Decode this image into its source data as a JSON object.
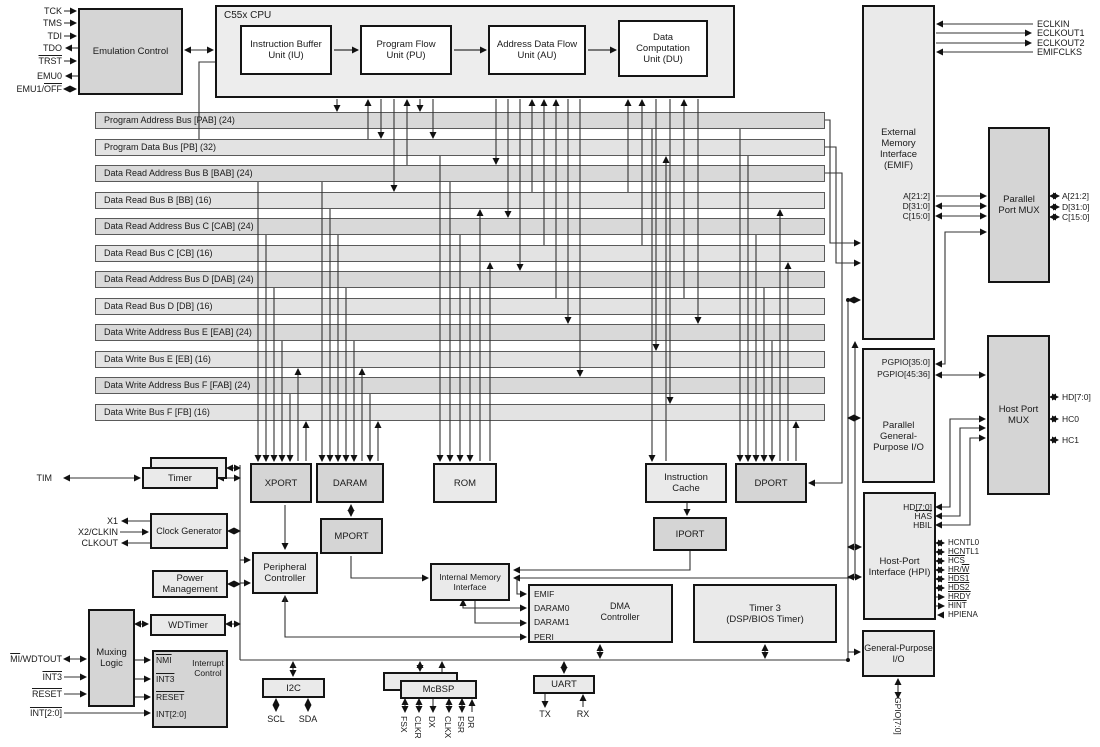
{
  "jtag": {
    "tck": "TCK",
    "tms": "TMS",
    "tdi": "TDI",
    "tdo": "TDO",
    "trst": "TRST",
    "emu0": "EMU0",
    "emu1_pre": "EMU1/",
    "emu1_over": "OFF"
  },
  "emulation": {
    "label": "Emulation Control"
  },
  "cpu": {
    "label": "C55x CPU",
    "iu1": "Instruction Buffer",
    "iu2": "Unit (IU)",
    "pu1": "Program Flow",
    "pu2": "Unit (PU)",
    "au1": "Address Data Flow",
    "au2": "Unit (AU)",
    "du1": "Data",
    "du2": "Computation",
    "du3": "Unit (DU)"
  },
  "buses": [
    "Program Address Bus  [PAB]  (24)",
    "Program Data Bus [PB] (32)",
    "Data Read Address Bus B [BAB] (24)",
    "Data Read Bus B [BB] (16)",
    "Data Read Address Bus C [CAB] (24)",
    "Data Read Bus C [CB] (16)",
    "Data Read Address Bus D [DAB] (24)",
    "Data Read Bus D [DB] (16)",
    "Data Write Address Bus E [EAB] (24)",
    "Data Write Bus E [EB] (16)",
    "Data Write Address Bus F [FAB] (24)",
    "Data Write Bus F [FB] (16)"
  ],
  "clocks": {
    "eclkin": "ECLKIN",
    "eclkout1": "ECLKOUT1",
    "eclkout2": "ECLKOUT2",
    "emifclks": "EMIFCLKS"
  },
  "emif": {
    "l1": "External",
    "l2": "Memory",
    "l3": "Interface",
    "l4": "(EMIF)",
    "a": "A[21:2]",
    "d": "D[31:0]",
    "c": "C[15:0]"
  },
  "ppmux": {
    "l1": "Parallel",
    "l2": "Port MUX",
    "a": "A[21:2]",
    "d": "D[31:0]",
    "c": "C[15:0]"
  },
  "pgpio": {
    "p1": "PGPIO[35:0]",
    "p2": "PGPIO[45:36]",
    "l1": "Parallel",
    "l2": "General-",
    "l3": "Purpose I/O"
  },
  "hpmux": {
    "l1": "Host Port",
    "l2": "MUX",
    "hd": "HD[7:0]",
    "hc0": "HC0",
    "hc1": "HC1"
  },
  "hpi": {
    "hd": "HD[7:0]",
    "has": "HAS",
    "hbil": "HBIL",
    "l1": "Host-Port",
    "l2": "Interface (HPI)",
    "hcntl0": "HCNTL0",
    "hcntl1": "HCNTL1",
    "hcs": "HCS",
    "hrw_pre": "HR/",
    "hrw_over": "W",
    "hds1": "HDS1",
    "hds2": "HDS2",
    "hrdy": "HRDY",
    "hint": "HINT",
    "hpiena": "HPIENA"
  },
  "gpio": {
    "l1": "General-Purpose",
    "l2": "I/O",
    "pin": "GPIO[7:0]"
  },
  "timer": {
    "label": "Timer",
    "tim": "TIM"
  },
  "clockgen": {
    "label": "Clock Generator",
    "x1": "X1",
    "x2": "X2/CLKIN",
    "clkout": "CLKOUT"
  },
  "power": {
    "l1": "Power",
    "l2": "Management"
  },
  "wdtimer": {
    "label": "WDTimer"
  },
  "muxing": {
    "l1": "Muxing",
    "l2": "Logic"
  },
  "intc": {
    "l1": "Interrupt",
    "l2": "Control",
    "nmi": "NMI",
    "int3": "INT3",
    "reset": "RESET",
    "int20": "INT[2:0]"
  },
  "ext_int": {
    "wdtout_over": "MI",
    "wdtout_post": "/WDTOUT",
    "int3": "INT3",
    "reset": "RESET",
    "int20": "INT[2:0]"
  },
  "ports": {
    "xport": "XPORT",
    "daram": "DARAM",
    "rom": "ROM",
    "icache1": "Instruction",
    "icache2": "Cache",
    "dport": "DPORT",
    "mport": "MPORT",
    "iport": "IPORT"
  },
  "periph": {
    "l1": "Peripheral",
    "l2": "Controller"
  },
  "imi": {
    "l1": "Internal Memory",
    "l2": "Interface"
  },
  "dma": {
    "l1": "DMA",
    "l2": "Controller",
    "p1": "EMIF",
    "p2": "DARAM0",
    "p3": "DARAM1",
    "p4": "PERI"
  },
  "timer3": {
    "l1": "Timer 3",
    "l2": "(DSP/BIOS Timer)"
  },
  "i2c": {
    "label": "I2C",
    "scl": "SCL",
    "sda": "SDA"
  },
  "mcbsp": {
    "label": "McBSP",
    "pins": [
      "FSX",
      "CLKR",
      "DX",
      "CLKX",
      "FSR",
      "DR"
    ]
  },
  "uart": {
    "label": "UART",
    "tx": "TX",
    "rx": "RX"
  }
}
